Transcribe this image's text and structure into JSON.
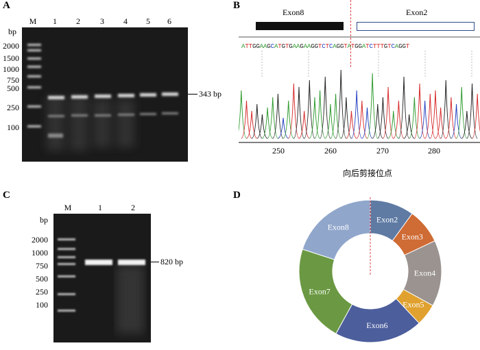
{
  "panels": {
    "a": {
      "letter": "A",
      "lanes": [
        "M",
        "1",
        "2",
        "3",
        "4",
        "5",
        "6"
      ],
      "unit": "bp",
      "markers": [
        "2000",
        "1500",
        "1000",
        "750",
        "500",
        "250",
        "100"
      ],
      "band_label": "343 bp"
    },
    "b": {
      "letter": "B",
      "exon_left": "Exon8",
      "exon_right": "Exon2",
      "sequence": "ATTGGAAGCATGTGAAGAAGGTCTCAGGTATGGATCTTTGTCAGGT",
      "axis_ticks": [
        "250",
        "260",
        "270",
        "280"
      ],
      "caption": "向后剪接位点"
    },
    "c": {
      "letter": "C",
      "lanes": [
        "M",
        "1",
        "2"
      ],
      "unit": "bp",
      "markers": [
        "2000",
        "1000",
        "750",
        "500",
        "250",
        "100"
      ],
      "band_label": "820 bp"
    },
    "d": {
      "letter": "D",
      "segments": [
        {
          "label": "Exon2",
          "fraction": 0.1,
          "color": "#5f7ba4"
        },
        {
          "label": "Exon3",
          "fraction": 0.08,
          "color": "#cf6b34"
        },
        {
          "label": "Exon4",
          "fraction": 0.15,
          "color": "#9a9390"
        },
        {
          "label": "Exon5",
          "fraction": 0.05,
          "color": "#e0a12e"
        },
        {
          "label": "Exon6",
          "fraction": 0.2,
          "color": "#4c5e9c"
        },
        {
          "label": "Exon7",
          "fraction": 0.22,
          "color": "#6b9943"
        },
        {
          "label": "Exon8",
          "fraction": 0.2,
          "color": "#90a6cb"
        }
      ]
    }
  }
}
